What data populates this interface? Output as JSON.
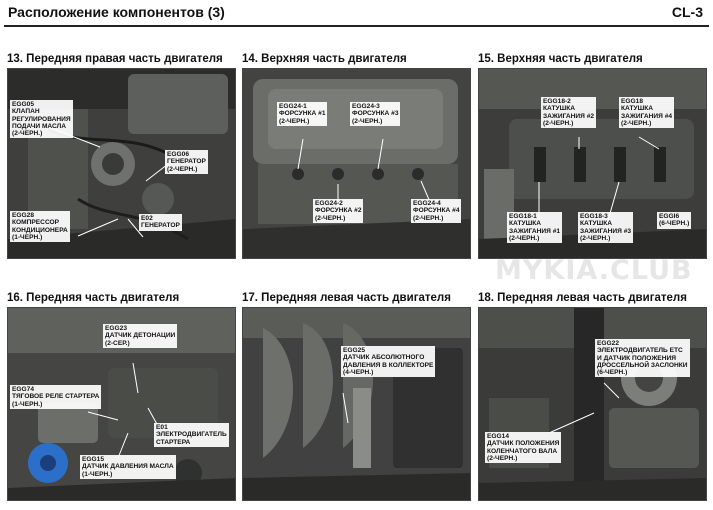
{
  "header": {
    "title": "Расположение компонентов (3)",
    "code": "CL-3"
  },
  "watermark": "MYKIA.CLUB",
  "panels": [
    {
      "title": "13. Передняя правая часть двигателя",
      "callouts": [
        {
          "lines": [
            "EGG05",
            "КЛАПАН",
            "РЕГУЛИРОВАНИЯ",
            "ПОДАЧИ МАСЛА",
            "(2-ЧЕРН.)"
          ]
        },
        {
          "lines": [
            "EGG06",
            "ГЕНЕРАТОР",
            "(2-ЧЕРН.)"
          ]
        },
        {
          "lines": [
            "EGG28",
            "КОМПРЕССОР",
            "КОНДИЦИОНЕРА",
            "(1-ЧЕРН.)"
          ]
        },
        {
          "lines": [
            "E02",
            "ГЕНЕРАТОР"
          ]
        }
      ]
    },
    {
      "title": "14. Верхняя часть двигателя",
      "callouts": [
        {
          "lines": [
            "EGG24-1",
            "ФОРСУНКА #1",
            "(2-ЧЕРН.)"
          ]
        },
        {
          "lines": [
            "EGG24-3",
            "ФОРСУНКА #3",
            "(2-ЧЕРН.)"
          ]
        },
        {
          "lines": [
            "EGG24-2",
            "ФОРСУНКА #2",
            "(2-ЧЕРН.)"
          ]
        },
        {
          "lines": [
            "EGG24-4",
            "ФОРСУНКА #4",
            "(2-ЧЕРН.)"
          ]
        }
      ]
    },
    {
      "title": "15. Верхняя часть двигателя",
      "callouts": [
        {
          "lines": [
            "EGG18-2",
            "КАТУШКА",
            "ЗАЖИГАНИЯ #2",
            "(2-ЧЕРН.)"
          ]
        },
        {
          "lines": [
            "EGG18",
            "КАТУШКА",
            "ЗАЖИГАНИЯ #4",
            "(2-ЧЕРН.)"
          ]
        },
        {
          "lines": [
            "EGG18-1",
            "КАТУШКА",
            "ЗАЖИГАНИЯ #1",
            "(2-ЧЕРН.)"
          ]
        },
        {
          "lines": [
            "EGG18-3",
            "КАТУШКА",
            "ЗАЖИГАНИЯ #3",
            "(2-ЧЕРН.)"
          ]
        },
        {
          "lines": [
            "EGGI6",
            "(6-ЧЕРН.)"
          ]
        }
      ]
    },
    {
      "title": "16. Передняя часть двигателя",
      "callouts": [
        {
          "lines": [
            "EGG23",
            "ДАТЧИК ДЕТОНАЦИИ",
            "(2-СЕР.)"
          ]
        },
        {
          "lines": [
            "EGG74",
            "ТЯГОВОЕ РЕЛЕ СТАРТЕРА",
            "(1-ЧЕРН.)"
          ]
        },
        {
          "lines": [
            "E01",
            "ЭЛЕКТРОДВИГАТЕЛЬ",
            "СТАРТЕРА"
          ]
        },
        {
          "lines": [
            "EGG15",
            "ДАТЧИК ДАВЛЕНИЯ МАСЛА",
            "(1-ЧЕРН.)"
          ]
        }
      ]
    },
    {
      "title": "17. Передняя левая часть двигателя",
      "callouts": [
        {
          "lines": [
            "EGG25",
            "ДАТЧИК АБСОЛЮТНОГО",
            "ДАВЛЕНИЯ В КОЛЛЕКТОРЕ",
            "(4-ЧЕРН.)"
          ]
        }
      ]
    },
    {
      "title": "18. Передняя левая часть двигателя",
      "callouts": [
        {
          "lines": [
            "EGG22",
            "ЭЛЕКТРОДВИГАТЕЛЬ ETC",
            "И ДАТЧИК ПОЛОЖЕНИЯ",
            "ДРОССЕЛЬНОЙ ЗАСЛОНКИ",
            "(6-ЧЕРН.)"
          ]
        },
        {
          "lines": [
            "EGG14",
            "ДАТЧИК ПОЛОЖЕНИЯ",
            "КОЛЕНЧАТОГО ВАЛА",
            "(2-ЧЕРН.)"
          ]
        }
      ]
    }
  ]
}
